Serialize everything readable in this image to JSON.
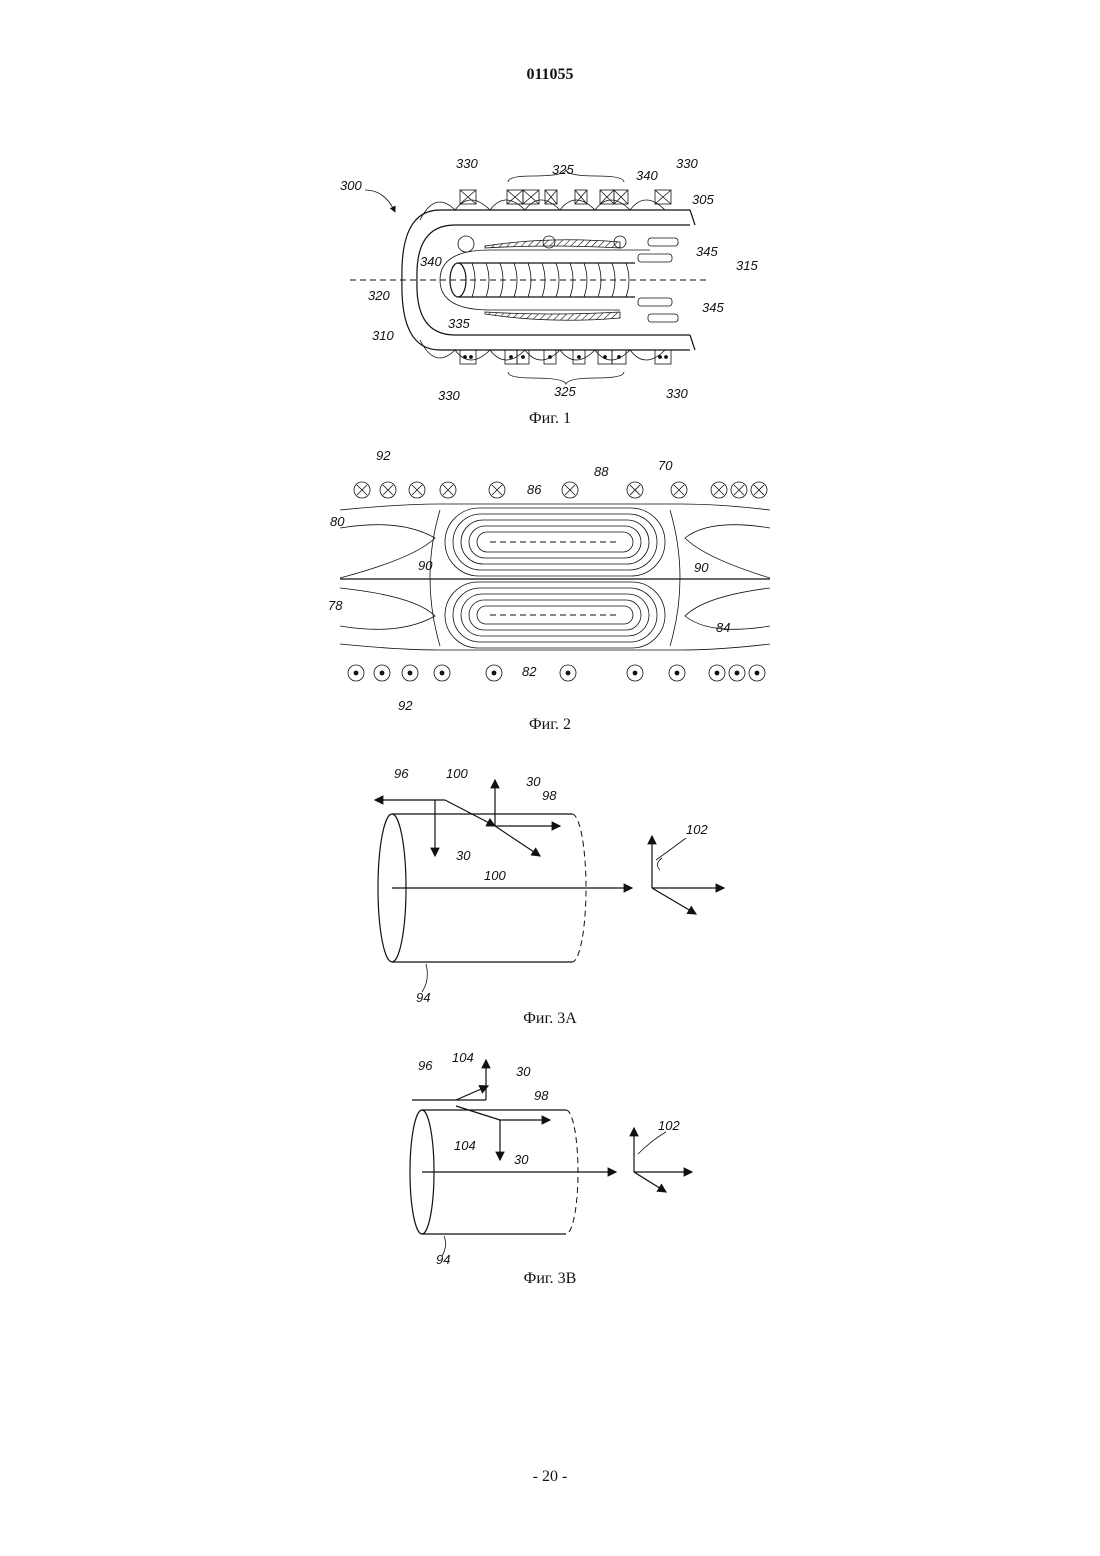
{
  "header": {
    "doc_number": "011055"
  },
  "figures": [
    {
      "caption": "Фиг. 1",
      "labels": {
        "l300": "300",
        "l330a": "330",
        "l325a": "325",
        "l340a": "340",
        "l330b": "330",
        "l305": "305",
        "l345a": "345",
        "l315": "315",
        "l340b": "340",
        "l320": "320",
        "l335": "335",
        "l345b": "345",
        "l310": "310",
        "l330c": "330",
        "l325b": "325",
        "l330d": "330"
      }
    },
    {
      "caption": "Фиг. 2",
      "labels": {
        "l92a": "92",
        "l86": "86",
        "l88": "88",
        "l70": "70",
        "l80": "80",
        "l90a": "90",
        "l90b": "90",
        "l78": "78",
        "l84": "84",
        "l82": "82",
        "l92b": "92"
      }
    },
    {
      "caption": "Фиг. 3A",
      "labels": {
        "l96": "96",
        "l100a": "100",
        "l30a": "30",
        "l98": "98",
        "l102": "102",
        "l30b": "30",
        "l100b": "100",
        "l94": "94"
      }
    },
    {
      "caption": "Фиг. 3B",
      "labels": {
        "l96": "96",
        "l104a": "104",
        "l30a": "30",
        "l98": "98",
        "l104b": "104",
        "l30b": "30",
        "l102": "102",
        "l94": "94"
      }
    }
  ],
  "footer": {
    "page_number": "- 20 -"
  }
}
